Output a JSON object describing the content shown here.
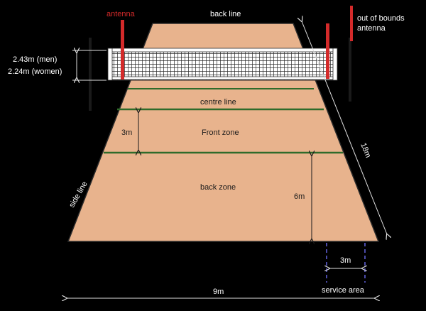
{
  "labels": {
    "antenna": "antenna",
    "back_line": "back line",
    "out_of_bounds_line1": "out of bounds",
    "out_of_bounds_line2": "antenna",
    "net_height_men": "2.43m (men)",
    "net_height_women": "2.24m (women)",
    "centre_line": "centre line",
    "front_zone": "Front zone",
    "front_zone_depth": "3m",
    "back_zone": "back zone",
    "back_zone_depth": "6m",
    "side_line": "side line",
    "court_length": "18m",
    "court_width": "9m",
    "service_width": "3m",
    "service_area": "service area"
  },
  "colors": {
    "background": "#000000",
    "court_fill": "#e8b38d",
    "court_outline": "#2a2a2a",
    "zone_line": "#2f6b2a",
    "antenna": "#d42a2a",
    "net_mesh": "#2a2a2a",
    "net_band": "#ffffff",
    "service_dash": "#4a4aa8",
    "dimension_line": "#e0e0e0"
  }
}
